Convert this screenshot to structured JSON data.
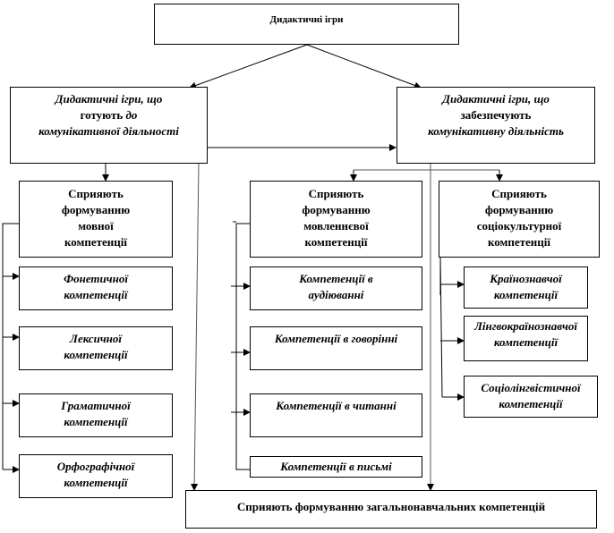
{
  "top": {
    "title": "Дидактичні  ігри"
  },
  "left_main": {
    "line1": "Дидактичні ігри, що",
    "line2_bold": "готують",
    "line2_it": " до",
    "line3": "комунікативної діяльності"
  },
  "right_main": {
    "line1": "Дидактичні ігри, що",
    "line2_bold": "забезпечують",
    "line3": "комунікативну діяльність"
  },
  "categories": [
    {
      "lines": [
        "Сприяють",
        "формуванню",
        "мовної",
        "компетенції"
      ]
    },
    {
      "lines": [
        "Сприяють",
        "формуванню",
        "мовленнєвої",
        "компетенції"
      ]
    },
    {
      "lines": [
        "Сприяють",
        "формуванню",
        "соціокультурної",
        "компетенції"
      ]
    }
  ],
  "language_items": [
    {
      "lines": [
        "Фонетичної",
        "компетенції"
      ]
    },
    {
      "lines": [
        "Лексичної",
        "компетенції"
      ]
    },
    {
      "lines": [
        "Граматичної",
        "компетенції"
      ]
    },
    {
      "lines": [
        "Орфографічної",
        "компетенції"
      ]
    }
  ],
  "speech_items": [
    {
      "lines": [
        "Компетенції в",
        "аудіюванні"
      ]
    },
    {
      "lines": [
        "Компетенції в говорінні"
      ]
    },
    {
      "lines": [
        "Компетенції в читанні"
      ]
    },
    {
      "lines": [
        "Компетенції в письмі"
      ]
    }
  ],
  "socio_items": [
    {
      "lines": [
        "Країнознавчої",
        "компетенції"
      ]
    },
    {
      "lines": [
        "Лінгвокраїнознавчої",
        "компетенції"
      ]
    },
    {
      "lines": [
        "Соціолінгвістичної",
        "компетенції"
      ]
    }
  ],
  "bottom": {
    "title": "Сприяють  формуванню загальнонавчальних  компетенцій"
  }
}
